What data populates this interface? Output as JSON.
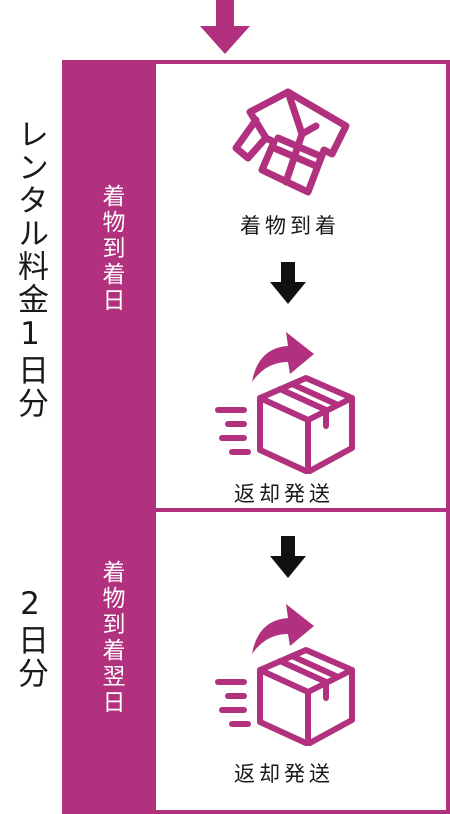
{
  "colors": {
    "accent": "#b2317f",
    "text": "#1a1a1a",
    "arrow": "#111111"
  },
  "left_labels": {
    "day1": "レンタル料金1日分",
    "day2": "2日分"
  },
  "sections": [
    {
      "side_label": "着物到着日",
      "steps": [
        {
          "icon": "kimono-icon",
          "caption": "着物到着"
        },
        {
          "icon": "shipping-box-icon",
          "caption": "返却発送"
        }
      ]
    },
    {
      "side_label": "着物到着翌日",
      "steps": [
        {
          "icon": "shipping-box-icon",
          "caption": "返却発送"
        }
      ]
    }
  ]
}
